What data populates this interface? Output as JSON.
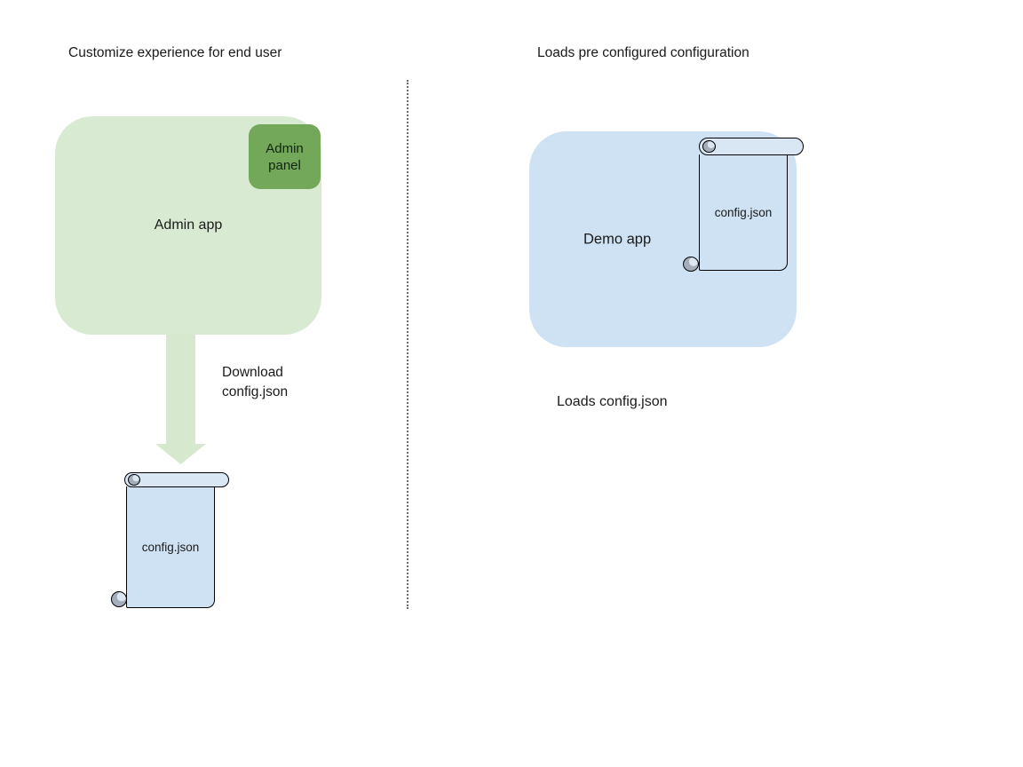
{
  "colors": {
    "background": "#ffffff",
    "admin_app_fill": "#d9ead3",
    "admin_panel_fill": "#73a85a",
    "download_arrow_fill": "#d6e8ce",
    "config_file_fill": "#cfe2f3",
    "demo_app_fill": "#cfe2f3",
    "outline": "#000000",
    "text": "#1a1a1a"
  },
  "left": {
    "title": "Customize experience for end user",
    "admin_app_label": "Admin app",
    "admin_panel_label": "Admin panel",
    "download_caption_line1": "Download",
    "download_caption_line2": "config.json",
    "config_file_label": "config.json"
  },
  "right": {
    "title": "Loads pre configured configuration",
    "demo_app_label": "Demo app",
    "config_file_label": "config.json",
    "caption": "Loads config.json"
  }
}
